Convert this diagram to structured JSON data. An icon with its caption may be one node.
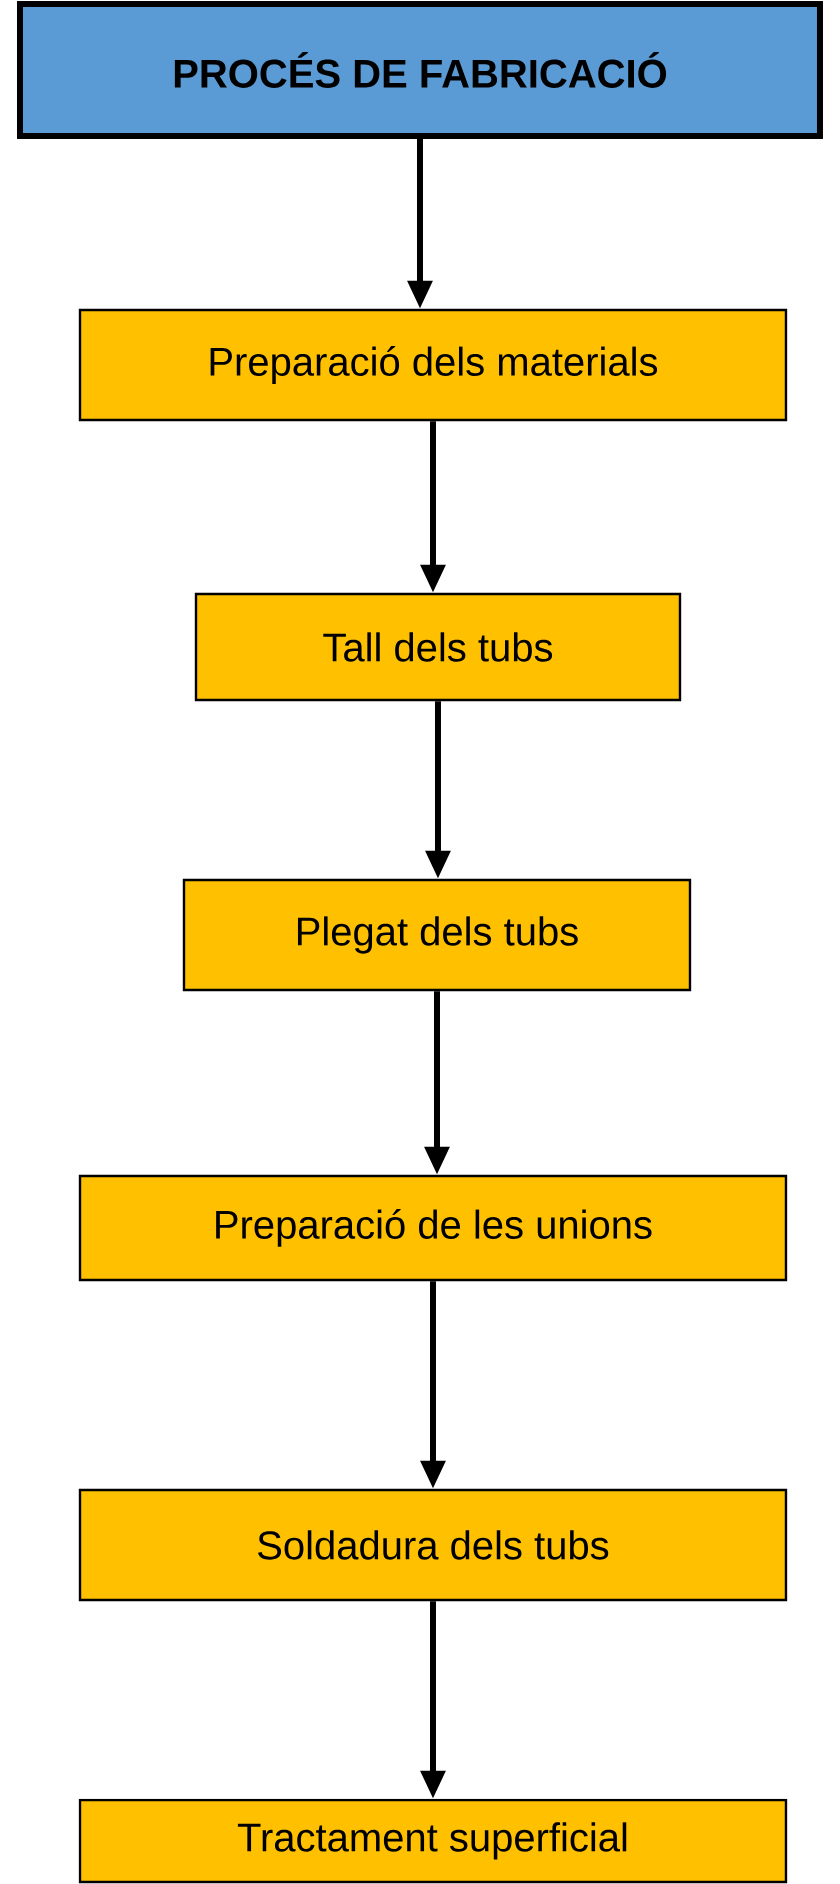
{
  "diagram": {
    "nodes": [
      {
        "text": [
          "PROCÉS DE FABRICACIÓ"
        ]
      },
      {
        "text": [
          "Preparació dels materials"
        ]
      },
      {
        "text": [
          "Tall dels tubs"
        ]
      },
      {
        "text": [
          "Plegat dels tubs"
        ]
      },
      {
        "text": [
          "Preparació de les unions"
        ]
      },
      {
        "text": [
          "Soldadura dels tubs"
        ]
      },
      {
        "text": [
          "Tractament superficial"
        ]
      }
    ],
    "edges": [
      {
        "from": 0,
        "to": 1,
        "arrow": "to"
      },
      {
        "from": 1,
        "to": 2,
        "arrow": "to"
      },
      {
        "from": 2,
        "to": 3,
        "arrow": "to"
      },
      {
        "from": 3,
        "to": 4,
        "arrow": "to"
      },
      {
        "from": 4,
        "to": 5,
        "arrow": "to"
      },
      {
        "from": 5,
        "to": 6,
        "arrow": "to"
      }
    ]
  }
}
